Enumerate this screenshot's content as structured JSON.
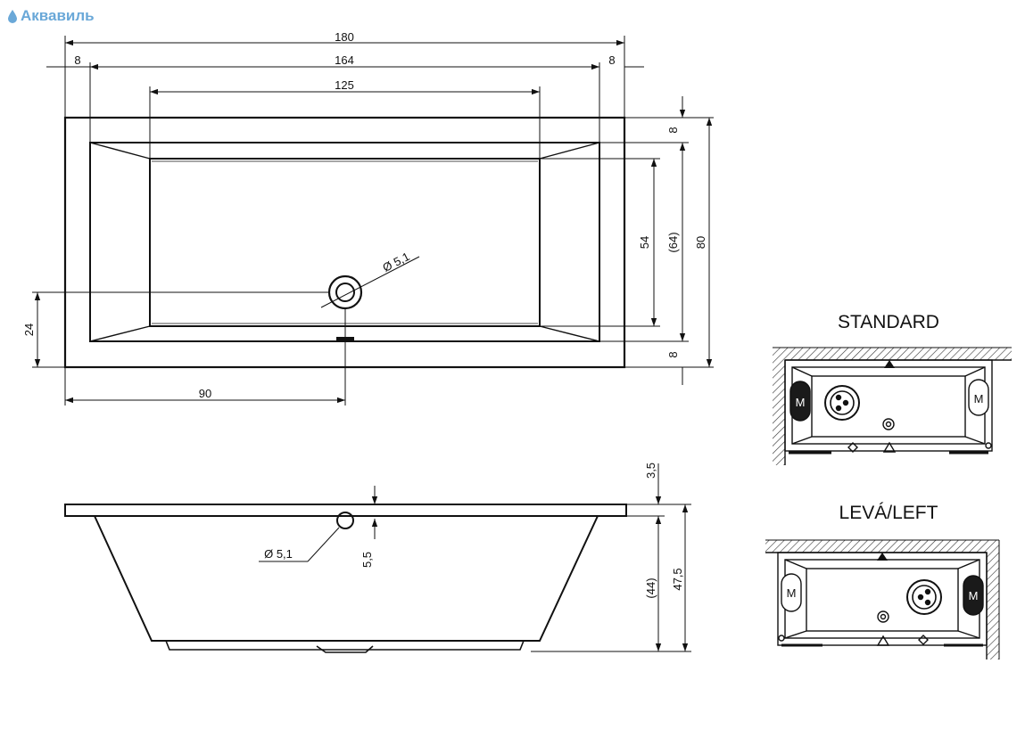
{
  "brand": {
    "name": "Аквавиль",
    "color": "#6aa8d8"
  },
  "plan_view": {
    "overall_length": "180",
    "rim_left": "8",
    "inner_length": "164",
    "rim_right": "8",
    "bottom_length": "125",
    "inner_width_bottom": "54",
    "inner_width": "(64)",
    "overall_width": "80",
    "rim_top": "8",
    "rim_bottom": "8",
    "drain_offset_y": "24",
    "drain_offset_x": "90",
    "drain_diameter": "Ø 5,1"
  },
  "side_view": {
    "rim_thickness": "3,5",
    "drain_depth": "5,5",
    "inner_depth": "(44)",
    "overall_height": "47,5",
    "drain_diameter": "Ø 5,1"
  },
  "configurations": [
    {
      "title": "STANDARD",
      "motor_left": "M",
      "motor_right": "M"
    },
    {
      "title": "LEVÁ/LEFT",
      "motor_left": "M",
      "motor_right": "M"
    }
  ]
}
